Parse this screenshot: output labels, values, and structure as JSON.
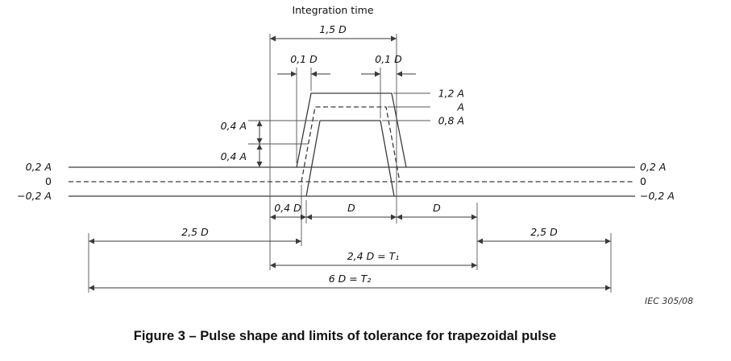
{
  "figure": {
    "caption": "Figure 3 – Pulse shape and limits of tolerance for trapezoidal pulse",
    "source_ref": "IEC 305/08"
  },
  "labels": {
    "integration_time": "Integration time",
    "d15": "1,5 D",
    "d01_left": "0,1 D",
    "d01_right": "0,1 D",
    "a12": "1,2 A",
    "a_nom": "A",
    "a08": "0,8 A",
    "a04_upper": "0,4 A",
    "a04_lower": "0,4 A",
    "left_p02": "0,2 A",
    "left_zero": "0",
    "left_m02": "−0,2 A",
    "right_p02": "0,2 A",
    "right_zero": "0",
    "right_m02": "−0,2 A",
    "d04": "0,4 D",
    "d_first": "D",
    "d_second": "D",
    "d25_left": "2,5 D",
    "d25_right": "2,5 D",
    "t1": "2,4 D = T₁",
    "t2": "6 D = T₂"
  },
  "colors": {
    "line": "#3a3a3a",
    "text": "#111111",
    "background": "#ffffff"
  }
}
